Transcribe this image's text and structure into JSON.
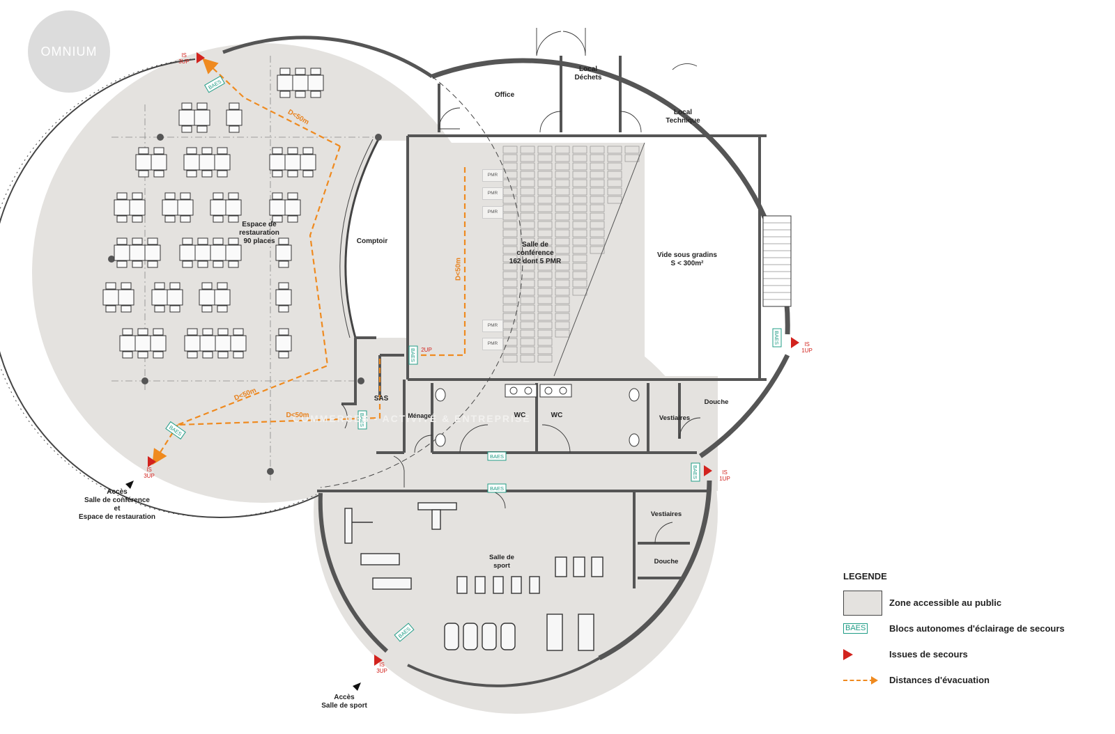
{
  "logo": {
    "text": "OMNIUM"
  },
  "rooms": {
    "office": "Office",
    "local_dechets": [
      "Local",
      "Déchets"
    ],
    "local_technique": [
      "Local",
      "Technique"
    ],
    "restauration": [
      "Espace de",
      "restauration",
      "90 places"
    ],
    "comptoir": "Comptoir",
    "conference": [
      "Salle de",
      "conférence",
      "162 dont 5 PMR"
    ],
    "vide": [
      "Vide sous gradins",
      "S <  300m²"
    ],
    "sas": "SAS",
    "menage": "Ménage",
    "wc1": "WC",
    "wc2": "WC",
    "vestiaires1": "Vestiaires",
    "douche1": "Douche",
    "vestiaires2": "Vestiaires",
    "douche2": "Douche",
    "sport": [
      "Salle de",
      "sport"
    ]
  },
  "pmr": [
    "PMR",
    "PMR",
    "PMR",
    "PMR",
    "PMR"
  ],
  "baes_label": "BAES",
  "evacuation": {
    "d1": "D<50m",
    "d2": "D<50m",
    "d3": "D<50m",
    "d4": "D<50m"
  },
  "exits": [
    {
      "line1": "IS",
      "line2": "3UP"
    },
    {
      "line1": "IS",
      "line2": "3UP"
    },
    {
      "line1": "IS",
      "line2": "3UP"
    },
    {
      "line1": "IS",
      "line2": "1UP"
    },
    {
      "line1": "IS",
      "line2": "1UP"
    },
    {
      "line1": "2UP",
      "line2": ""
    }
  ],
  "access": {
    "main": [
      "Accès",
      "Salle de conférence",
      "et",
      "Espace de restauration"
    ],
    "sport": [
      "Accès",
      "Salle de sport"
    ]
  },
  "watermark": "COMMERCES - ACTIVITÉ & ENTREPRISE",
  "legend": {
    "title": "LEGENDE",
    "items": [
      {
        "symbol": "public-zone",
        "label": "Zone accessible au public"
      },
      {
        "symbol": "baes",
        "label": "Blocs autonomes d'éclairage de secours"
      },
      {
        "symbol": "exit-triangle",
        "label": "Issues de secours"
      },
      {
        "symbol": "evac-arrow",
        "label": "Distances d'évacuation"
      }
    ]
  },
  "colors": {
    "public_zone": "#e4e2df",
    "wall": "#555555",
    "evacuation": "#ef8a1f",
    "exit": "#d2231e",
    "baes": "#1f9c86"
  }
}
